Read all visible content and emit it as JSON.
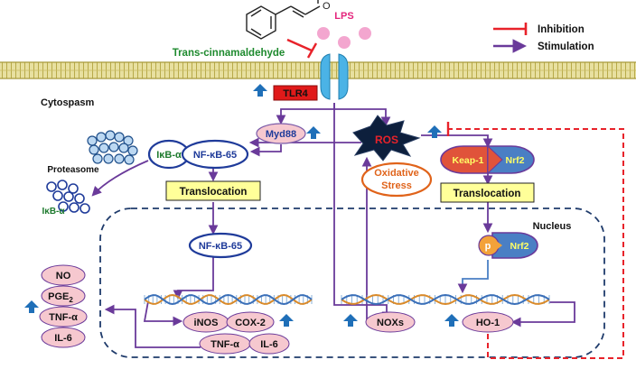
{
  "diagram": {
    "compound": "Trans-cinnamaldehyde",
    "compound_carbonyl_atom": "O",
    "ligand": "LPS",
    "receptor": "TLR4",
    "compartments": {
      "cytoplasm": "Cytospasm",
      "nucleus": "Nucleus"
    },
    "legend": {
      "inhibition": "Inhibition",
      "stimulation": "Stimulation"
    },
    "nodes": {
      "myd88": "Myd88",
      "ros": "ROS",
      "ikb": "IκB-α",
      "nfkb": "NF-κB-65",
      "proteasome": "Proteasome",
      "ikb_degraded": "IκB-α",
      "translocation_left": "Translocation",
      "oxidative_stress_line1": "Oxidative",
      "oxidative_stress_line2": "Stress",
      "keap1": "Keap-1",
      "nrf2": "Nrf2",
      "translocation_right": "Translocation",
      "nfkb_nuclear": "NF-κB-65",
      "phospho": "p",
      "nrf2_nuclear": "Nrf2",
      "inos": "iNOS",
      "cox2": "COX-2",
      "tnfa_gene": "TNF-α",
      "il6_gene": "IL-6",
      "noxs": "NOXs",
      "ho1": "HO-1"
    },
    "cytokines": {
      "no": "NO",
      "pge2_base": "PGE",
      "pge2_sub": "2",
      "tnfa": "TNF-α",
      "il6": "IL-6"
    },
    "colors": {
      "inhibition": "#e8222a",
      "stimulation": "#6a3a9a",
      "up_arrow": "#1f6fb8",
      "compound_text": "#1e8a2e",
      "lps": "#e4237b",
      "membrane": "#d9cf7a",
      "receptor": "#4bb3e6",
      "tlr4_fill": "#e01a1a",
      "node_fill": "#f6c8cf",
      "translocation_fill": "#ffff99",
      "keap1": "#e0533a",
      "nrf2": "#4a7fc4",
      "nucleus_border": "#1f3b6b",
      "dna": "#d98a2a"
    }
  }
}
